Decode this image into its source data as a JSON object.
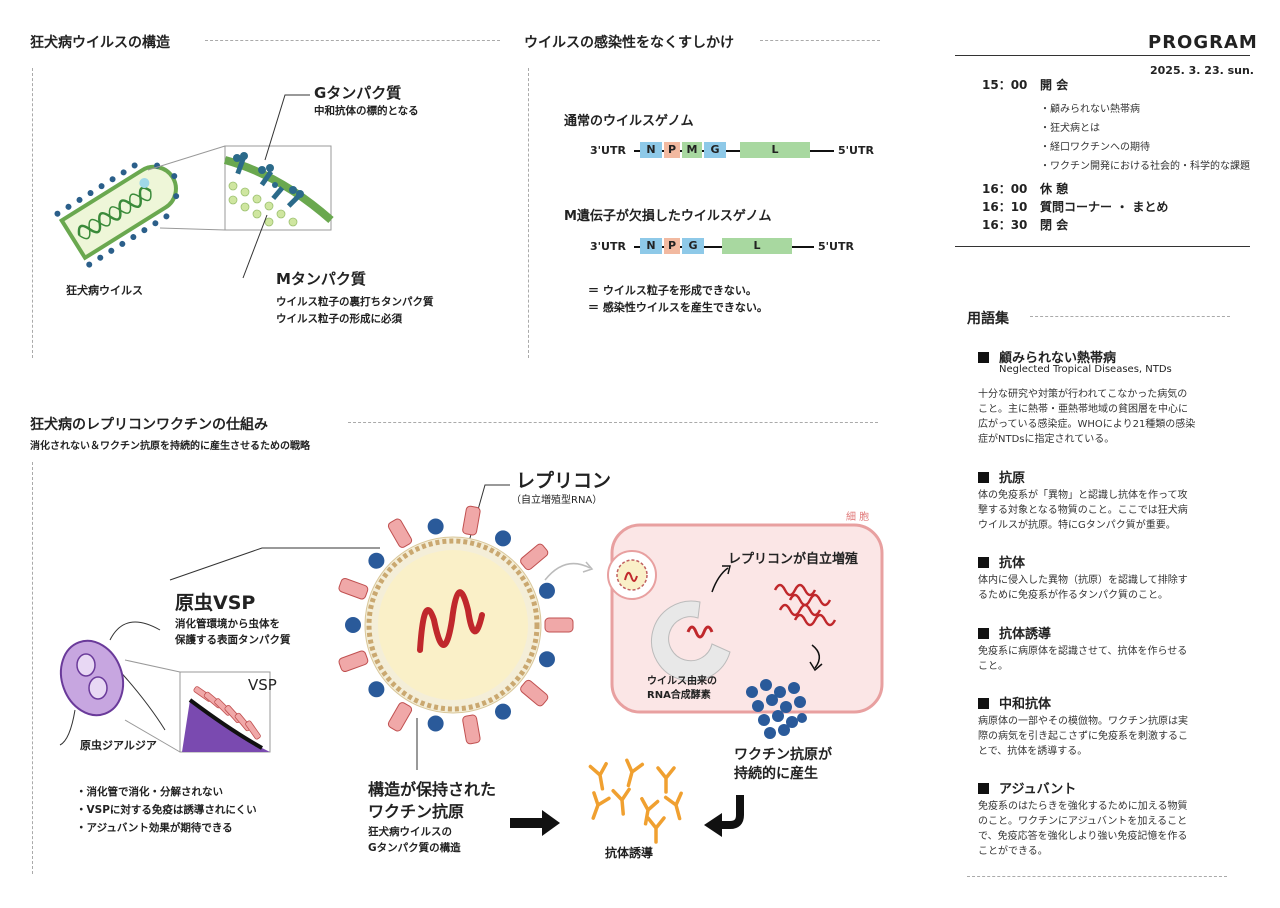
{
  "virus_structure": {
    "title": "狂犬病ウイルスの構造",
    "g_protein": "Gタンパク質",
    "g_protein_desc": "中和抗体の標的となる",
    "m_protein": "Mタンパク質",
    "m_protein_desc1": "ウイルス粒子の裏打ちタンパク質",
    "m_protein_desc2": "ウイルス粒子の形成に必須",
    "virus_label": "狂犬病ウイルス"
  },
  "infectivity": {
    "title": "ウイルスの感染性をなくすしかけ",
    "normal_genome": "通常のウイルスゲノム",
    "deleted_genome": "M遺伝子が欠損したウイルスゲノム",
    "utr3": "3'UTR",
    "utr5": "5'UTR",
    "genes_normal": [
      "N",
      "P",
      "M",
      "G",
      "L"
    ],
    "genes_deleted": [
      "N",
      "P",
      "G",
      "L"
    ],
    "result1": "＝ ウイルス粒子を形成できない。",
    "result2": "＝ 感染性ウイルスを産生できない。"
  },
  "vaccine": {
    "title": "狂犬病のレプリコンワクチンの仕組み",
    "subtitle": "消化されない＆ワクチン抗原を持続的に産生させるための戦略",
    "replicon": "レプリコン",
    "replicon_sub": "（自立増殖型RNA）",
    "vsp_title": "原虫VSP",
    "vsp_desc1": "消化管環境から虫体を",
    "vsp_desc2": "保護する表面タンパク質",
    "vsp_label": "VSP",
    "giardia": "原虫ジアルジア",
    "bullets": [
      "・消化管で消化・分解されない",
      "・VSPに対する免疫は誘導されにくい",
      "・アジュバント効果が期待できる"
    ],
    "structure_kept1": "構造が保持された",
    "structure_kept2": "ワクチン抗原",
    "structure_sub1": "狂犬病ウイルスの",
    "structure_sub2": "Gタンパク質の構造",
    "cell": "細 胞",
    "replicon_grow": "レプリコンが自立増殖",
    "rna_enzyme1": "ウイルス由来の",
    "rna_enzyme2": "RNA合成酵素",
    "antigen1": "ワクチン抗原が",
    "antigen2": "持続的に産生",
    "antibody": "抗体誘導"
  },
  "program": {
    "title": "PROGRAM",
    "date": "2025. 3. 23. sun.",
    "items": [
      {
        "time": "15：00",
        "label": "開 会"
      },
      {
        "time": "16：00",
        "label": "休 憩"
      },
      {
        "time": "16：10",
        "label": "質問コーナー ・ まとめ"
      },
      {
        "time": "16：30",
        "label": "閉 会"
      }
    ],
    "sub_items": [
      "・顧みられない熱帯病",
      "・狂犬病とは",
      "・経口ワクチンへの期待",
      "・ワクチン開発における社会的・科学的な課題"
    ]
  },
  "glossary": {
    "title": "用語集",
    "terms": [
      {
        "term": "顧みられない熱帯病",
        "en": "Neglected Tropical Diseases, NTDs",
        "body": [
          "十分な研究や対策が行われてこなかった病気の",
          "こと。主に熱帯・亜熱帯地域の貧困層を中心に",
          "広がっている感染症。WHOにより21種類の感染",
          "症がNTDsに指定されている。"
        ]
      },
      {
        "term": "抗原",
        "body": [
          "体の免疫系が「異物」と認識し抗体を作って攻",
          "撃する対象となる物質のこと。ここでは狂犬病",
          "ウイルスが抗原。特にGタンパク質が重要。"
        ]
      },
      {
        "term": "抗体",
        "body": [
          "体内に侵入した異物（抗原）を認識して排除す",
          "るために免疫系が作るタンパク質のこと。"
        ]
      },
      {
        "term": "抗体誘導",
        "body": [
          "免疫系に病原体を認識させて、抗体を作らせる",
          "こと。"
        ]
      },
      {
        "term": "中和抗体",
        "body": [
          "病原体の一部やその模倣物。ワクチン抗原は実",
          "際の病気を引き起こさずに免疫系を刺激するこ",
          "とで、抗体を誘導する。"
        ]
      },
      {
        "term": "アジュバント",
        "body": [
          "免疫系のはたらきを強化するために加える物質",
          "のこと。ワクチンにアジュバントを加えること",
          "で、免疫応答を強化しより強い免疫記憶を作る",
          "ことができる。"
        ]
      }
    ]
  },
  "colors": {
    "gene_N": "#8ec9e8",
    "gene_P": "#f2b9a0",
    "gene_M": "#a8d8a0",
    "gene_G": "#8ec9e8",
    "gene_L": "#a8d8a0",
    "cell_fill": "#fbe6e6",
    "cell_border": "#e8a0a0",
    "rna_red": "#c0282c",
    "antibody_orange": "#f0a030",
    "g_blue": "#2a5a9a"
  }
}
